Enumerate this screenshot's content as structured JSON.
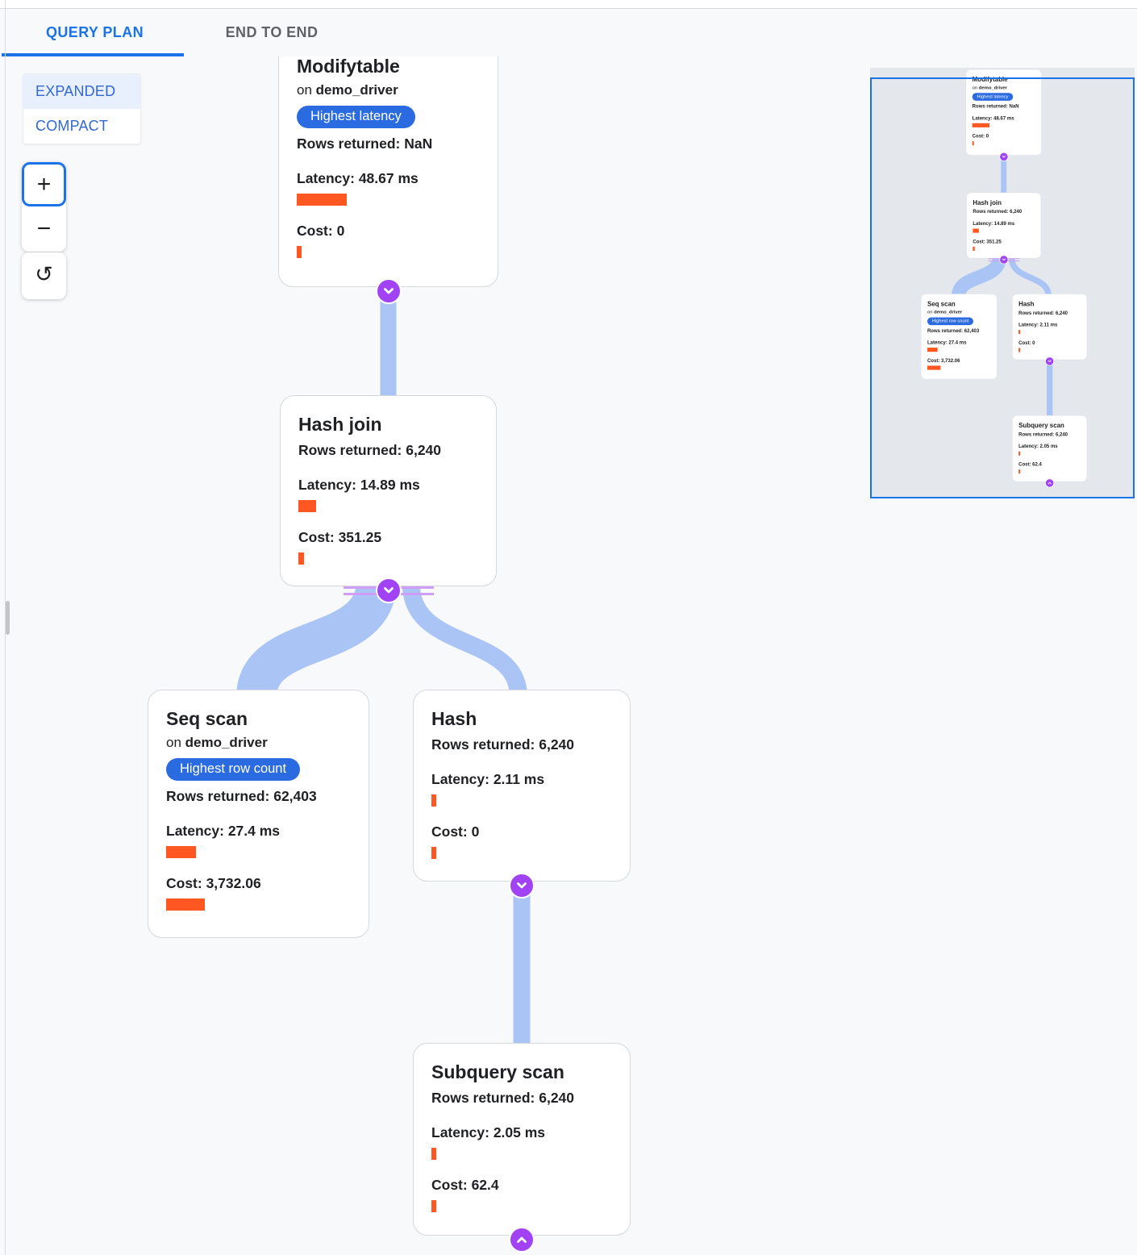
{
  "tabs": [
    {
      "label": "QUERY PLAN",
      "active": true
    },
    {
      "label": "END TO END",
      "active": false
    }
  ],
  "view_toggle": {
    "options": [
      "EXPANDED",
      "COMPACT"
    ],
    "selected": "EXPANDED"
  },
  "zoom_controls": {
    "zoom_in": "+",
    "zoom_out": "−",
    "reset": "↺"
  },
  "labels": {
    "on": "on ",
    "rows": "Rows returned: ",
    "latency": "Latency: ",
    "cost": "Cost: "
  },
  "nodes": [
    {
      "title": "Modifytable",
      "table": "demo_driver",
      "badge": "Highest latency",
      "rows": "NaN",
      "latency": "48.67 ms",
      "cost": "0",
      "latency_bar": "62px",
      "cost_bar": "6px"
    },
    {
      "title": "Hash join",
      "rows": "6,240",
      "latency": "14.89 ms",
      "cost": "351.25",
      "latency_bar": "22px",
      "cost_bar": "7px"
    },
    {
      "title": "Seq scan",
      "table": "demo_driver",
      "badge": "Highest row count",
      "rows": "62,403",
      "latency": "27.4 ms",
      "cost": "3,732.06",
      "latency_bar": "37px",
      "cost_bar": "48px"
    },
    {
      "title": "Hash",
      "rows": "6,240",
      "latency": "2.11 ms",
      "cost": "0",
      "latency_bar": "6px",
      "cost_bar": "6px"
    },
    {
      "title": "Subquery scan",
      "rows": "6,240",
      "latency": "2.05 ms",
      "cost": "62.4",
      "latency_bar": "6px",
      "cost_bar": "6px"
    }
  ],
  "edges": [
    {
      "from": "Modifytable",
      "to": "Hash join"
    },
    {
      "from": "Hash join",
      "to": "Seq scan"
    },
    {
      "from": "Hash join",
      "to": "Hash"
    },
    {
      "from": "Hash",
      "to": "Subquery scan"
    }
  ],
  "colors": {
    "accent": "#1a73e8",
    "badge_blue": "#2b6be2",
    "bar_orange": "#ff5722",
    "edge_blue": "#a9c4f5",
    "connector_purple": "#a142f4",
    "connector_stripe": "#cf9ff7"
  }
}
